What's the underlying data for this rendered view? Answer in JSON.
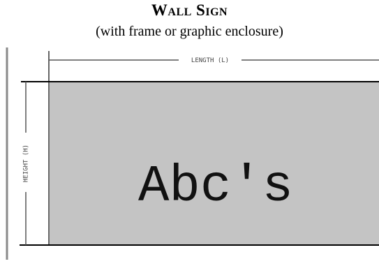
{
  "title": "Wall Sign",
  "subtitle": "(with frame or graphic enclosure)",
  "dimensions": {
    "length_label": "LENGTH (L)",
    "height_label": "HEIGHT (H)"
  },
  "sign": {
    "text": "Abc's",
    "fill_color": "#c4c4c4"
  }
}
